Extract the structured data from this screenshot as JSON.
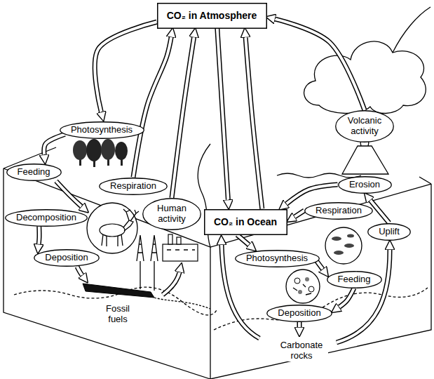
{
  "diagram": {
    "nodes": [
      {
        "text": [
          "CO₂ in Atmosphere"
        ]
      },
      {
        "text": [
          "Photosynthesis"
        ]
      },
      {
        "text": [
          "Volcanic activity"
        ]
      },
      {
        "text": [
          "Feeding"
        ]
      },
      {
        "text": [
          "Respiration"
        ]
      },
      {
        "text": [
          "Human activity"
        ]
      },
      {
        "text": [
          "CO₂ in Ocean"
        ]
      },
      {
        "text": [
          "Erosion"
        ]
      },
      {
        "text": [
          "Respiration"
        ]
      },
      {
        "text": [
          "Decomposition"
        ]
      },
      {
        "text": [
          "Uplift"
        ]
      },
      {
        "text": [
          "Deposition"
        ]
      },
      {
        "text": [
          "Photosynthesis"
        ]
      },
      {
        "text": [
          "Feeding"
        ]
      },
      {
        "text": [
          "Deposition"
        ]
      }
    ],
    "edges": [
      {
        "from": 0,
        "to": 1,
        "arrow": "to"
      },
      {
        "from": 4,
        "to": 0,
        "arrow": "to"
      },
      {
        "from": 5,
        "to": 0,
        "arrow": "to"
      },
      {
        "from": 0,
        "to": 6,
        "arrow": "to"
      },
      {
        "from": 6,
        "to": 0,
        "arrow": "to"
      },
      {
        "from": 2,
        "to": 0,
        "arrow": "to"
      },
      {
        "from": 8,
        "to": 6,
        "arrow": "to"
      },
      {
        "from": 6,
        "to": 12,
        "arrow": "to"
      },
      {
        "from": 12,
        "to": 13,
        "arrow": "to"
      },
      {
        "from": 13,
        "to": 14,
        "arrow": "to"
      },
      {
        "from": 1,
        "to": 3,
        "arrow": "to"
      },
      {
        "from": 9,
        "to": 11,
        "arrow": "to"
      },
      {
        "from": 7,
        "to": 6,
        "arrow": "to"
      },
      {
        "from": 10,
        "to": 7,
        "arrow": "to"
      }
    ],
    "labels": [
      "Fossil fuels",
      "Carbonate rocks"
    ]
  }
}
